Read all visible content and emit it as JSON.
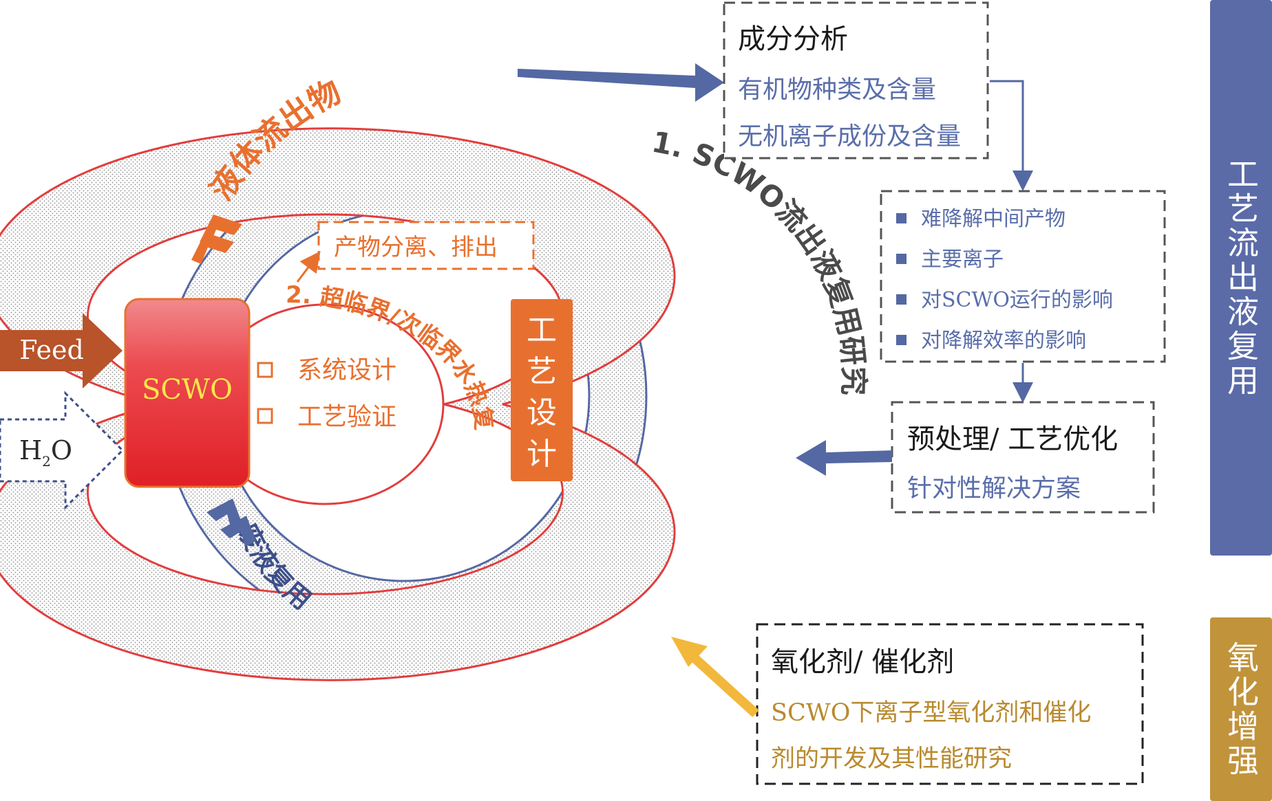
{
  "colors": {
    "blue": "#5468a3",
    "blue_text": "#5a6eaa",
    "orange": "#e8702f",
    "red": "#e23d3d",
    "brown": "#b8532a",
    "gold": "#f2b83b",
    "gold_text": "#b98a2e",
    "gold_sidebar": "#c1933b",
    "sidebar_blue": "#5a6ba8",
    "text_dark": "#1a1a1a"
  },
  "inputs": {
    "feed": "Feed",
    "h2o_h": "H",
    "h2o_sub": "2",
    "h2o_o": "O"
  },
  "reactor": {
    "label": "SCWO"
  },
  "outer_ring": {
    "top_label": "液体流出物",
    "bottom_label": "废液复用",
    "right_label": "1. SCWO流出液复用研究"
  },
  "inner_loop": {
    "arc_label": "2. 超临界/次临界水热复用",
    "items": [
      "系统设计",
      "工艺验证"
    ]
  },
  "product_box": {
    "label": "产物分离、排出"
  },
  "process_design": {
    "label": "工艺设计"
  },
  "analysis_box": {
    "title": "成分分析",
    "lines": [
      "有机物种类及含量",
      "无机离子成份及含量"
    ]
  },
  "impact_box": {
    "items": [
      "难降解中间产物",
      "主要离子",
      "对SCWO运行的影响",
      "对降解效率的影响"
    ]
  },
  "pretreat_box": {
    "title": "预处理/ 工艺优化",
    "lines": [
      "针对性解决方案"
    ]
  },
  "oxidant_box": {
    "title": "氧化剂/ 催化剂",
    "lines": [
      "SCWO下离子型氧化剂和催化",
      "剂的开发及其性能研究"
    ]
  },
  "sidebar_top": {
    "label": "工艺流出液复用"
  },
  "sidebar_bottom": {
    "label": "氧化增强"
  }
}
